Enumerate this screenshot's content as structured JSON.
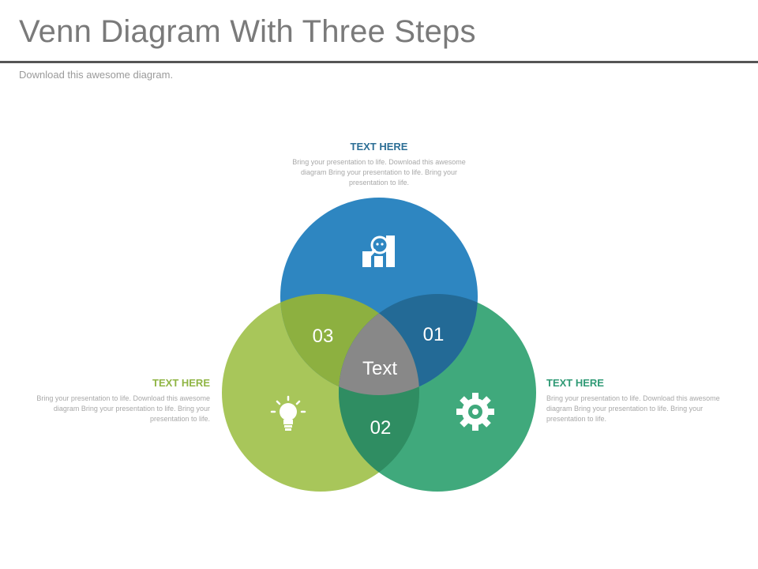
{
  "header": {
    "title": "Venn Diagram With Three Steps",
    "subtitle": "Download this awesome diagram."
  },
  "colors": {
    "blue": "#2e86c1",
    "green_light": "#a8c65a",
    "teal": "#40a97c",
    "overlap_blue_green_light": "#8db040",
    "overlap_blue_teal": "#236a96",
    "overlap_green_teal": "#2f8d62",
    "center": "#888888"
  },
  "blocks": {
    "top": {
      "heading": "TEXT HERE",
      "body": "Bring your presentation to life. Download this awesome diagram Bring your presentation to life. Bring your presentation to life."
    },
    "left": {
      "heading": "TEXT HERE",
      "body": "Bring your presentation to life. Download this awesome diagram Bring your presentation to life. Bring your presentation to life."
    },
    "right": {
      "heading": "TEXT HERE",
      "body": "Bring your presentation to life. Download this awesome diagram Bring your presentation to life. Bring your presentation to life."
    }
  },
  "venn": {
    "labels": {
      "blue_teal": "01",
      "green_teal": "02",
      "blue_green": "03",
      "center": "Text"
    },
    "icons": {
      "blue": "chart-magnifier-icon",
      "green_light": "lightbulb-icon",
      "teal": "gear-icon"
    }
  }
}
